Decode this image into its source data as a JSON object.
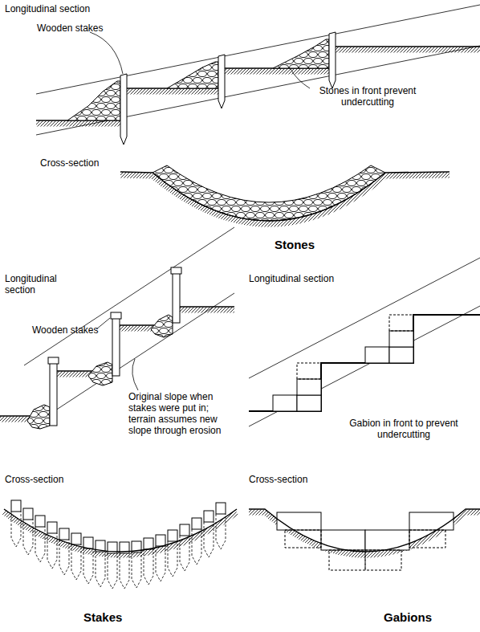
{
  "diagram": {
    "labels": [
      "Longitudinal section",
      "Wooden stakes",
      "Stones in front prevent undercutting",
      "Cross-section",
      "Stones",
      "Longitudinal section",
      "Wooden stakes",
      "Original slope when stakes were put in; terrain assumes new slope through erosion",
      "Longitudinal section",
      "Gabion in front to prevent undercutting",
      "Cross-section",
      "Cross-section",
      "Stakes",
      "Gabions"
    ]
  }
}
